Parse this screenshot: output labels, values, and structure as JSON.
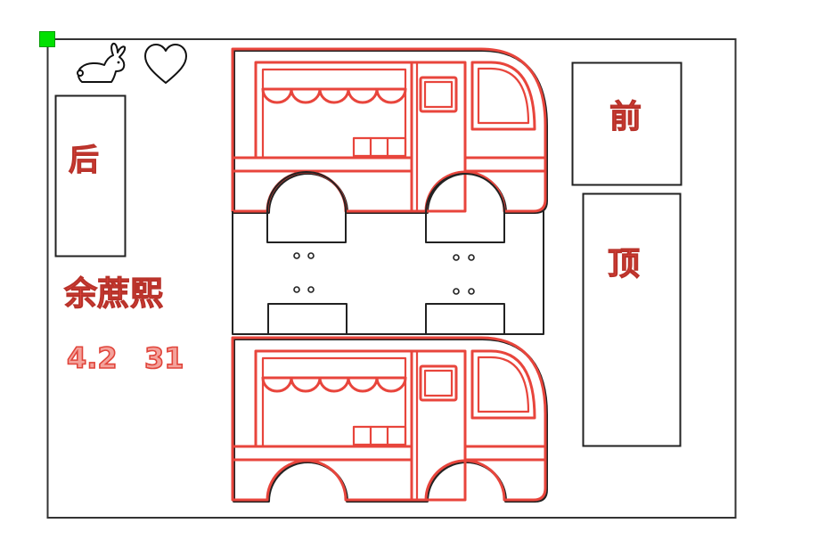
{
  "labels": {
    "back": "后",
    "front": "前",
    "top": "顶",
    "name": "余蔗熙",
    "number_left": "4.2",
    "number_right": "31"
  },
  "icons": {
    "rabbit": "rabbit-icon",
    "heart": "heart-icon"
  },
  "colors": {
    "accent": "#e8453c",
    "outline": "#222222",
    "handle": "#00e000"
  }
}
